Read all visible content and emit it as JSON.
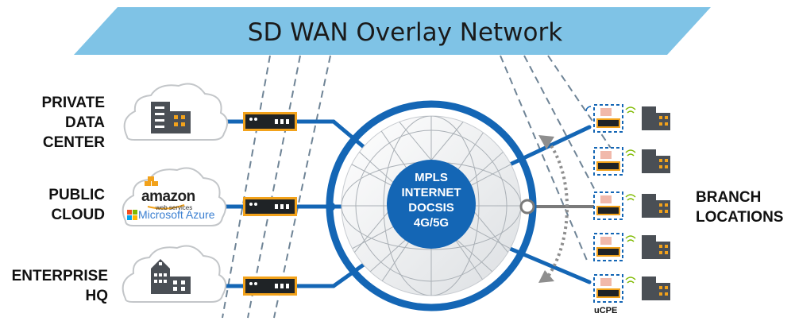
{
  "banner": {
    "title": "SD WAN Overlay Network"
  },
  "left_sites": [
    {
      "label_lines": [
        "PRIVATE",
        "DATA",
        "CENTER"
      ]
    },
    {
      "label_lines": [
        "PUBLIC",
        "CLOUD"
      ]
    },
    {
      "label_lines": [
        "ENTERPRISE",
        "HQ"
      ]
    }
  ],
  "cloud_logos": {
    "amazon": "amazon",
    "amazon_sub": "web services",
    "azure": "Microsoft Azure"
  },
  "globe": {
    "lines": [
      "MPLS",
      "INTERNET",
      "DOCSIS",
      "4G/5G"
    ]
  },
  "branch": {
    "label_lines": [
      "BRANCH",
      "LOCATIONS"
    ],
    "device_label": "uCPE"
  },
  "colors": {
    "banner": "#7fc3e6",
    "blue": "#1466b5",
    "orange": "#f2a21b",
    "dashed": "#6f8496",
    "gray_line": "#7a7a7a"
  }
}
